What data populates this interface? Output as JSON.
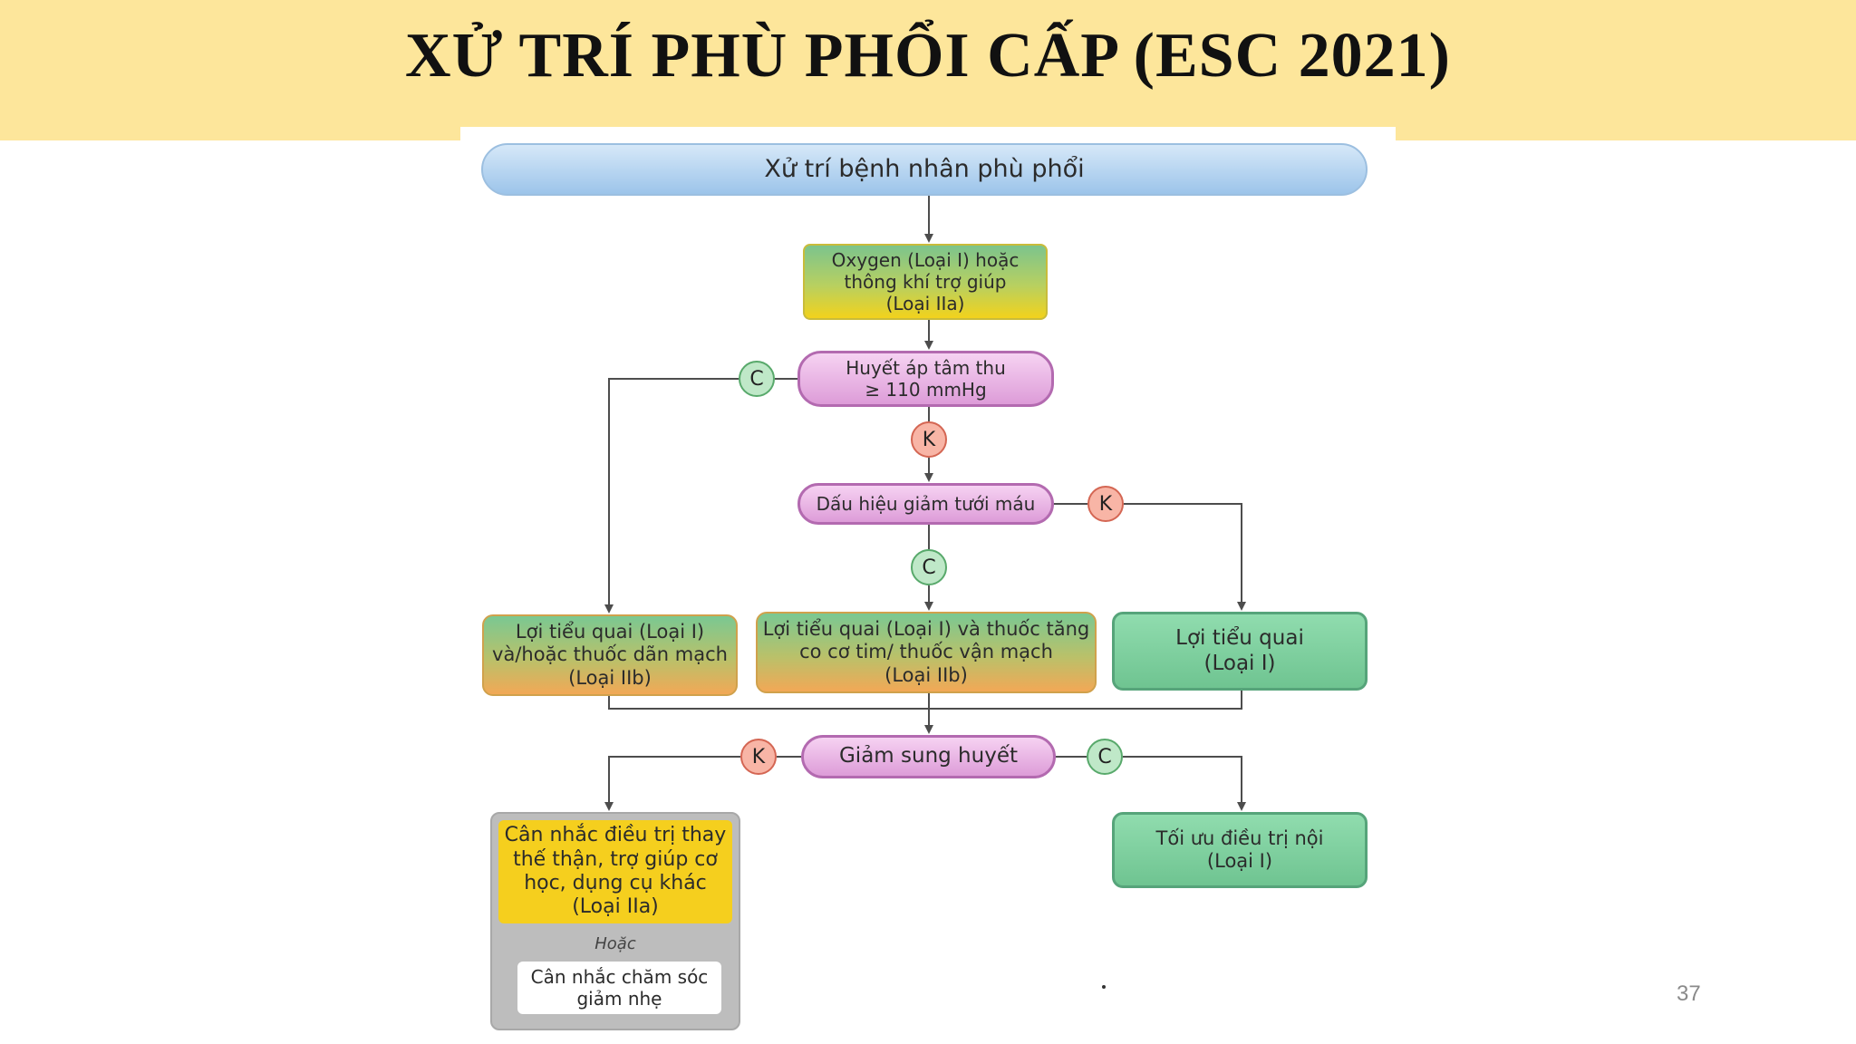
{
  "slide": {
    "title": "XỬ TRÍ PHÙ PHỔI CẤP (ESC 2021)",
    "page_number": "37"
  },
  "flowchart": {
    "start": "Xử trí bệnh nhân phù phổi",
    "oxygen": "Oxygen (Loại I) hoặc\nthông khí trợ giúp\n(Loại IIa)",
    "bp_check": "Huyết áp tâm thu\n≥ 110 mmHg",
    "perfusion_check": "Dấu hiệu giảm tưới máu",
    "loop_vasodilator": "Lợi tiểu quai (Loại I)\nvà/hoặc thuốc dãn mạch\n(Loại IIb)",
    "loop_inotrope": "Lợi tiểu quai (Loại I) và thuốc tăng\nco cơ tim/ thuốc vận mạch\n(Loại IIb)",
    "loop_only": "Lợi tiểu quai\n(Loại I)",
    "decongestion_check": "Giảm sung huyết",
    "renal_replacement": "Cân nhắc điều trị thay\nthế thận, trợ giúp cơ\nhọc, dụng cụ khác\n(Loại IIa)",
    "or_label": "Hoặc",
    "palliative": "Cân nhắc chăm sóc\ngiảm nhẹ",
    "optimize": "Tối ưu điều trị nội\n(Loại I)",
    "yes_label": "C",
    "no_label": "K"
  },
  "colors": {
    "title_band": "#fde69b",
    "yes_badge": "#bfe8c8",
    "no_badge": "#f8b5a6",
    "decision_pink": "#e6aee2",
    "treatment_green": "#7ccd9c",
    "renal_yellow": "#f5cf1e",
    "connector": "#4d4d4d"
  }
}
